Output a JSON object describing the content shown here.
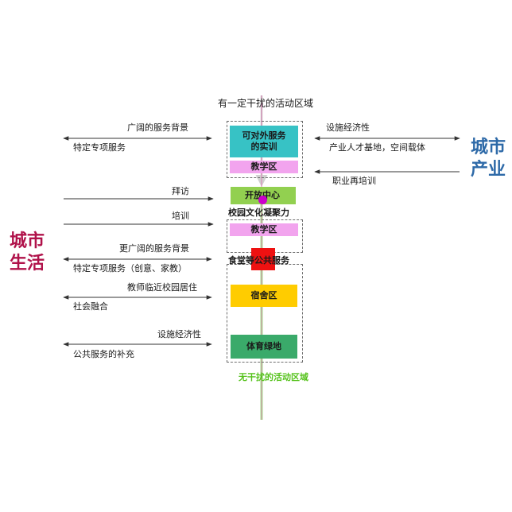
{
  "left_title": "城市\n生活",
  "right_title": "城市\n产业",
  "top_label": "有一定干扰的活动区域",
  "bottom_label": "无干扰的活动区域",
  "center": {
    "outward_service": "可对外服务的实训",
    "teaching_top": "教学区",
    "open_center": "开放中心",
    "culture": "校园文化凝聚力",
    "teaching_mid": "教学区",
    "canteen": "食堂等公共服务",
    "dorm": "宿舍区",
    "sports": "体育绿地"
  },
  "left_items": {
    "broad_bg": "广阔的服务背景",
    "special_service": "特定专项服务",
    "visit": "拜访",
    "training": "培训",
    "broader_bg": "更广阔的服务背景",
    "special_service2": "特定专项服务（创意、家教）",
    "teacher_live": "教师临近校园居住",
    "social": "社会融合",
    "facility_econ": "设施经济性",
    "public_supp": "公共服务的补充"
  },
  "right_items": {
    "facility_econ": "设施经济性",
    "industry_base": "产业人才基地，空间载体",
    "retrain": "职业再培训"
  },
  "colors": {
    "left_title": "#b0124a",
    "right_title": "#2e6aa8",
    "green_label": "#55c21b",
    "teal": "#37c2c5",
    "pink": "#f2a4ee",
    "lime": "#92d050",
    "magenta": "#cc00cc",
    "red": "#ee1111",
    "yellow": "#ffcc00",
    "green_box": "#3aaa6a",
    "green_axis": "#a6e391"
  }
}
